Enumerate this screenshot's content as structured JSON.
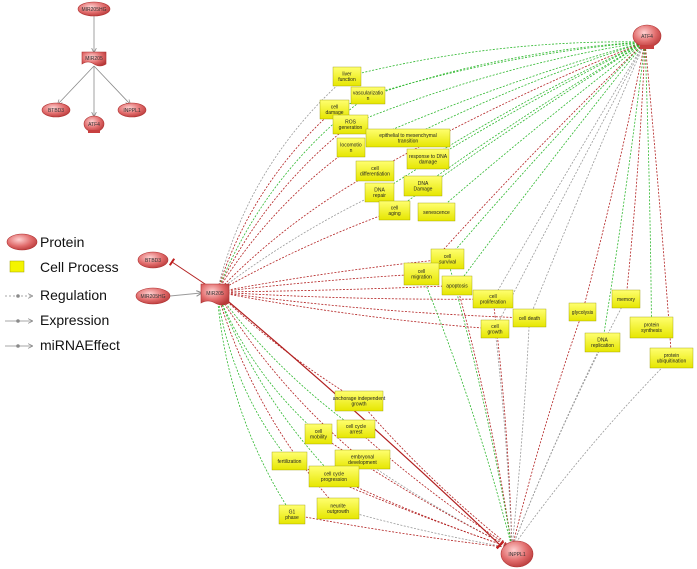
{
  "inset": {
    "mir205hg": "MIR205HG",
    "mir205": "MIR205",
    "btbd3": "BTBD3",
    "atf4": "ATF4",
    "inppl1": "INPPL1"
  },
  "legend": {
    "protein": "Protein",
    "cell_process": "Cell Process",
    "regulation": "Regulation",
    "expression": "Expression",
    "mirna_effect": "miRNAEffect"
  },
  "proteins": {
    "atf4": "ATF4",
    "btbd3": "BTBD3",
    "mir205hg": "MIR205HG",
    "mir205": "MIR205",
    "inppl1": "INPPL1"
  },
  "processes": {
    "liver_function": [
      "liver",
      "function"
    ],
    "vascularization": [
      "vascularizatio",
      "n"
    ],
    "cell_damage": [
      "cell",
      "damage"
    ],
    "ros_generation": [
      "ROS",
      "generation"
    ],
    "emt": [
      "epithelial to mesenchymal",
      "transition"
    ],
    "locomotion": [
      "locomotio",
      "n"
    ],
    "response_dna_damage": [
      "response to DNA",
      "damage"
    ],
    "cell_differentiation": [
      "cell",
      "differentiation"
    ],
    "dna_damage": [
      "DNA",
      "Damage"
    ],
    "dna_repair": [
      "DNA",
      "repair"
    ],
    "cell_aging": [
      "cell",
      "aging"
    ],
    "senescence": [
      "senescence"
    ],
    "cell_survival": [
      "cell",
      "survival"
    ],
    "cell_migration": [
      "cell",
      "migration"
    ],
    "apoptosis": [
      "apoptosis"
    ],
    "cell_proliferation": [
      "cell",
      "proliferation"
    ],
    "cell_death": [
      "cell death"
    ],
    "cell_growth": [
      "cell",
      "growth"
    ],
    "glycolysis": [
      "glycolysis"
    ],
    "memory": [
      "memory"
    ],
    "protein_synthesis": [
      "protein",
      "synthesis"
    ],
    "dna_replication": [
      "DNA",
      "replication"
    ],
    "protein_ubiquitination": [
      "protein",
      "ubiquitination"
    ],
    "anchorage_growth": [
      "anchorage independent",
      "growth"
    ],
    "cell_mobility": [
      "cell",
      "mobility"
    ],
    "cell_cycle_arrest": [
      "cell cycle",
      "arrest"
    ],
    "embryonal_development": [
      "embryonal",
      "development"
    ],
    "fertilization": [
      "fertilization"
    ],
    "cell_cycle_progression": [
      "cell cycle",
      "progression"
    ],
    "g1_phase": [
      "G1",
      "phase"
    ],
    "neurite_outgrowth": [
      "neurite",
      "outgrowth"
    ]
  },
  "colors": {
    "protein_fill": "#e06a6a",
    "protein_stroke": "#b03030",
    "process_fill": "#f2f200",
    "process_stroke": "#9a9a00",
    "edge_green": "#2fb82f",
    "edge_red": "#b22020",
    "edge_gray": "#9a9a9a"
  }
}
